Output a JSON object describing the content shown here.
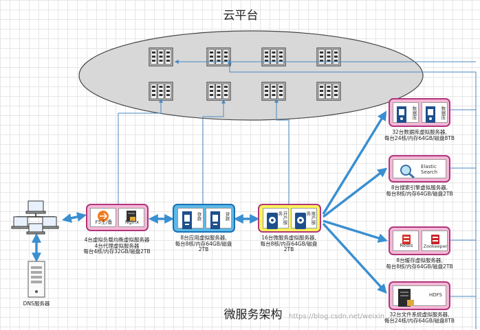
{
  "cloud": {
    "label": "云平台",
    "server_count": 8
  },
  "footer_title": "微服务架构",
  "watermark": "https://blog.csdn.net/weixin_...",
  "clients": {
    "dns_label": "DNS服务器"
  },
  "lb_box": {
    "left_label": "F5王/备",
    "right_label": "Nginx",
    "caption": [
      "4台虚拟负载均衡虚拟服务器",
      "4台代理虚拟服务器",
      "每台4核/内存32GB/磁盘2TB"
    ]
  },
  "app_box": {
    "left_label": "存款",
    "right_label": "贷款",
    "caption": [
      "8台应用虚拟服务器,",
      "每台8核/内存64GB/磁盘",
      "2TB"
    ]
  },
  "ms_box": {
    "left_label": "开户服务",
    "right_label": "账户服务",
    "caption": [
      "16台微服务虚拟服务器,",
      "每台8核/内存64GB/磁盘",
      "2TB"
    ]
  },
  "db_box": {
    "left_label": "数据库",
    "right_label": "数据库",
    "caption": [
      "32台数据库虚拟服务器,",
      "每台24核/内存64GB/磁盘8TB"
    ]
  },
  "es_box": {
    "label": "Elastic Search",
    "caption": [
      "8台搜索引擎虚拟服务器,",
      "每台8核/内存64GB/磁盘2TB"
    ]
  },
  "cache_box": {
    "left_label": "Redis",
    "right_label": "Zookeeper",
    "caption": [
      "8台缓存虚拟服务器,",
      "每台8核/内存64GB/磁盘2TB"
    ]
  },
  "fs_box": {
    "label": "HDFS",
    "caption": [
      "32台文件系统虚拟服务器,",
      "每台24核/内存64GB/磁盘8TB"
    ]
  },
  "colors": {
    "arrow": "#3a8fd0",
    "thin_line": "#4a88c2",
    "pink_box": "#f4b8d7",
    "blue_box": "#5cb9e8",
    "yellow_box": "#fff45a",
    "cloud_fill": "#d8d8d8"
  }
}
